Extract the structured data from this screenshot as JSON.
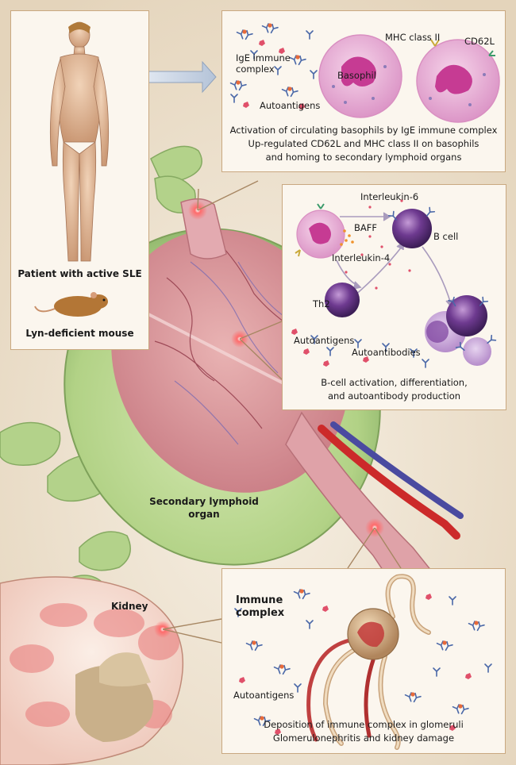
{
  "patient_panel": {
    "patient_label": "Patient with active SLE",
    "mouse_label": "Lyn-deficient mouse"
  },
  "basophil_panel": {
    "ige_label_line1": "IgE immune",
    "ige_label_line2": "complex",
    "autoantigens_label": "Autoantigens",
    "basophil_label": "Basophil",
    "mhc_label": "MHC class II",
    "cd62l_label": "CD62L",
    "caption_line1": "Activation of circulating basophils by IgE immune complex",
    "caption_line2": "Up-regulated CD62L and MHC class II on basophils",
    "caption_line3": "and homing to secondary lymphoid organs"
  },
  "bcell_panel": {
    "il6_label": "Interleukin-6",
    "baff_label": "BAFF",
    "bcell_label": "B cell",
    "il4_label": "Interleukin-4",
    "th2_label": "Th2",
    "autoantigens_label": "Autoantigens",
    "autoantibodies_label": "Autoantibodies",
    "caption_line1": "B-cell activation, differentiation,",
    "caption_line2": "and autoantibody production"
  },
  "organ": {
    "label_line1": "Secondary lymphoid",
    "label_line2": "organ"
  },
  "kidney": {
    "label": "Kidney"
  },
  "kidney_panel": {
    "immune_line1": "Immune",
    "immune_line2": "complex",
    "autoantigens_label": "Autoantigens",
    "caption_line1": "Deposition of immune complex in glomeruli",
    "caption_line2": "Glomerulonephritis and kidney damage"
  },
  "colors": {
    "background": "#efe3cf",
    "lymphoid_green": "#b9d88e",
    "basophil_pink": "#e7a6cf",
    "bcell_purple": "#6b3c8a",
    "autoantigen_red": "#e0506a",
    "antibody_blue": "#4a68a8"
  }
}
